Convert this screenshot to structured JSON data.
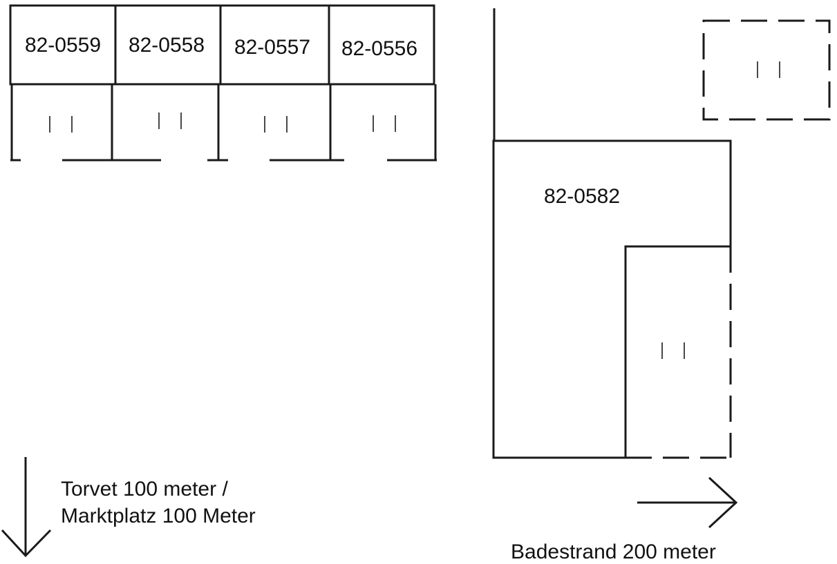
{
  "units": [
    {
      "id": "82-0559"
    },
    {
      "id": "82-0558"
    },
    {
      "id": "82-0557"
    },
    {
      "id": "82-0556"
    }
  ],
  "main_building": {
    "id": "82-0582"
  },
  "directions": {
    "down_line1": "Torvet 100 meter /",
    "down_line2": "Marktplatz 100 Meter",
    "right": "Badestrand 200 meter"
  }
}
